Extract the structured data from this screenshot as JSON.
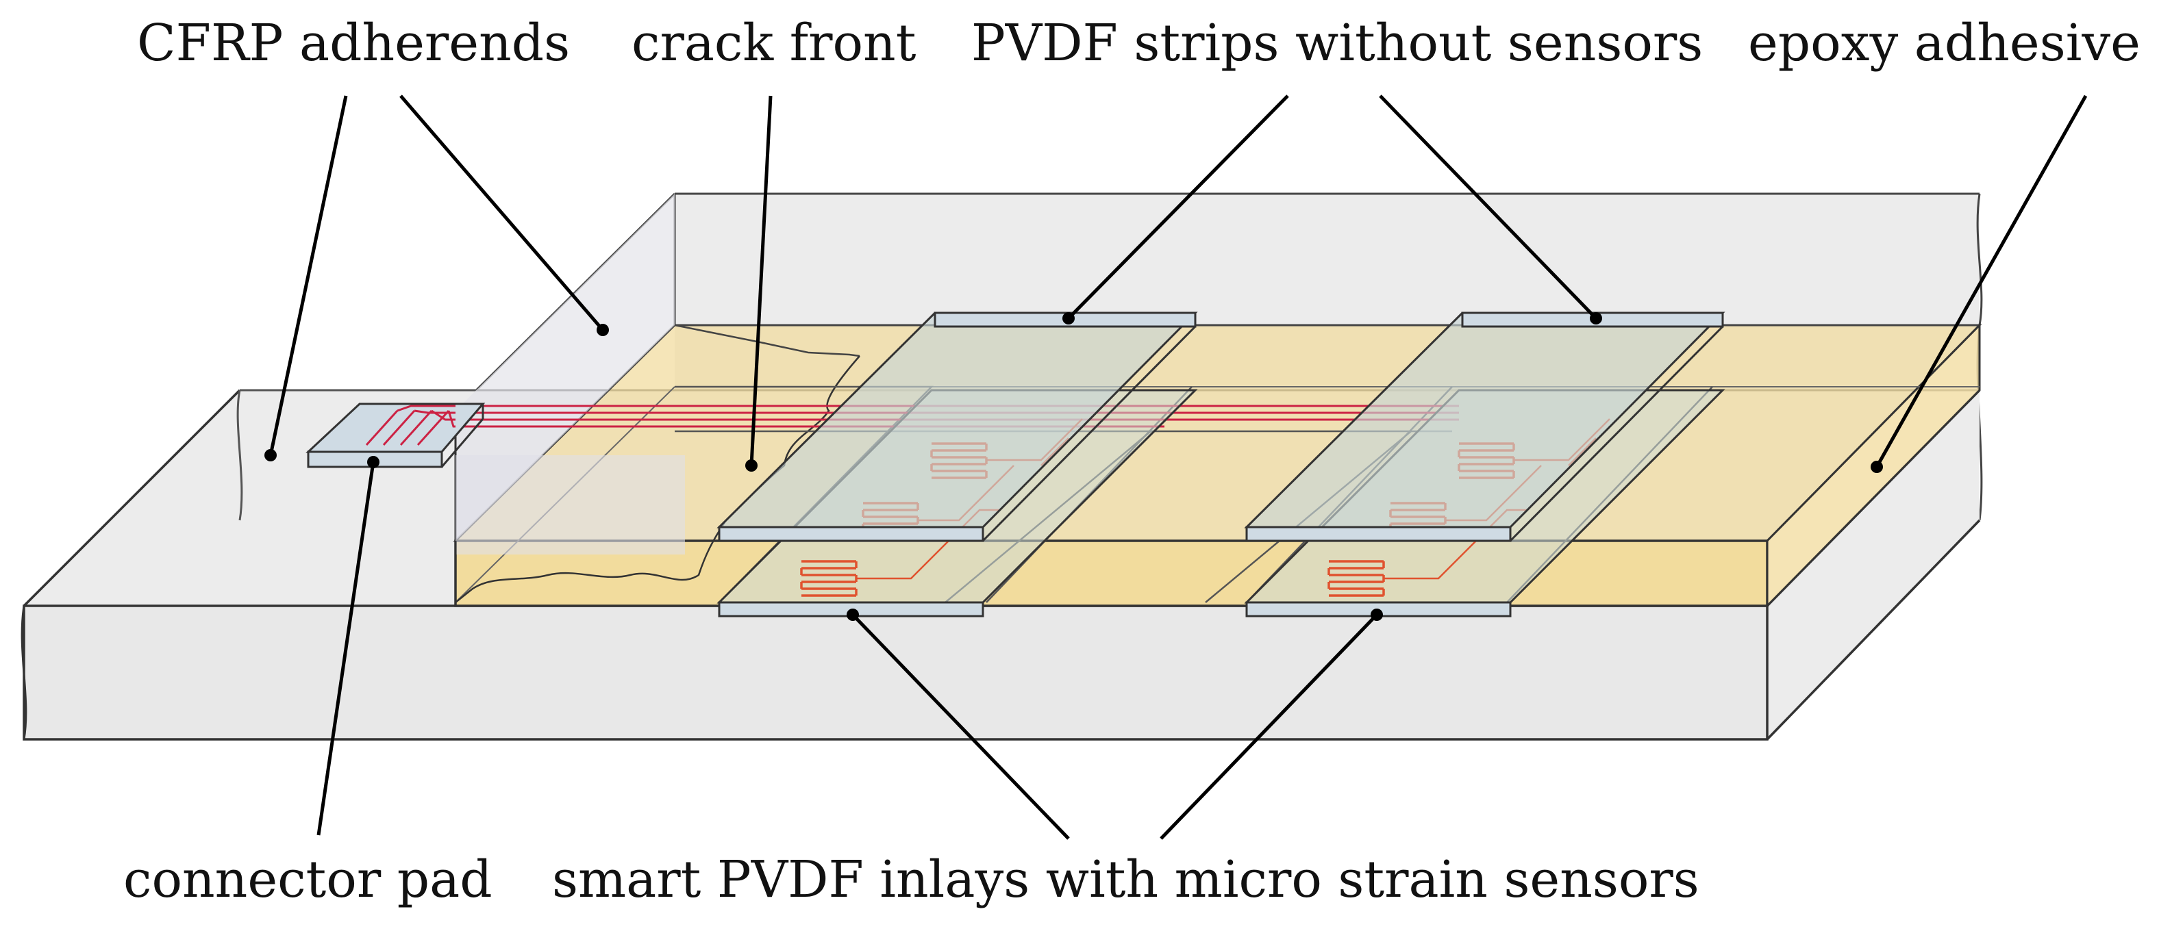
{
  "labels": {
    "cfrp": "CFRP adherends",
    "crack": "crack front",
    "pvdf_strips": "PVDF strips without sensors",
    "epoxy": "epoxy adhesive",
    "connector": "connector pad",
    "smart_inlays": "smart PVDF inlays with micro strain sensors"
  },
  "colors": {
    "cfrp_fill": "#ececec",
    "adhesive_fill": "#f4dfa6",
    "pvdf_fill": "#cfdbe4",
    "sensor_trace": "#e0522e",
    "lead_wire": "#cc2244",
    "outline": "#222222",
    "callout": "#000000"
  }
}
